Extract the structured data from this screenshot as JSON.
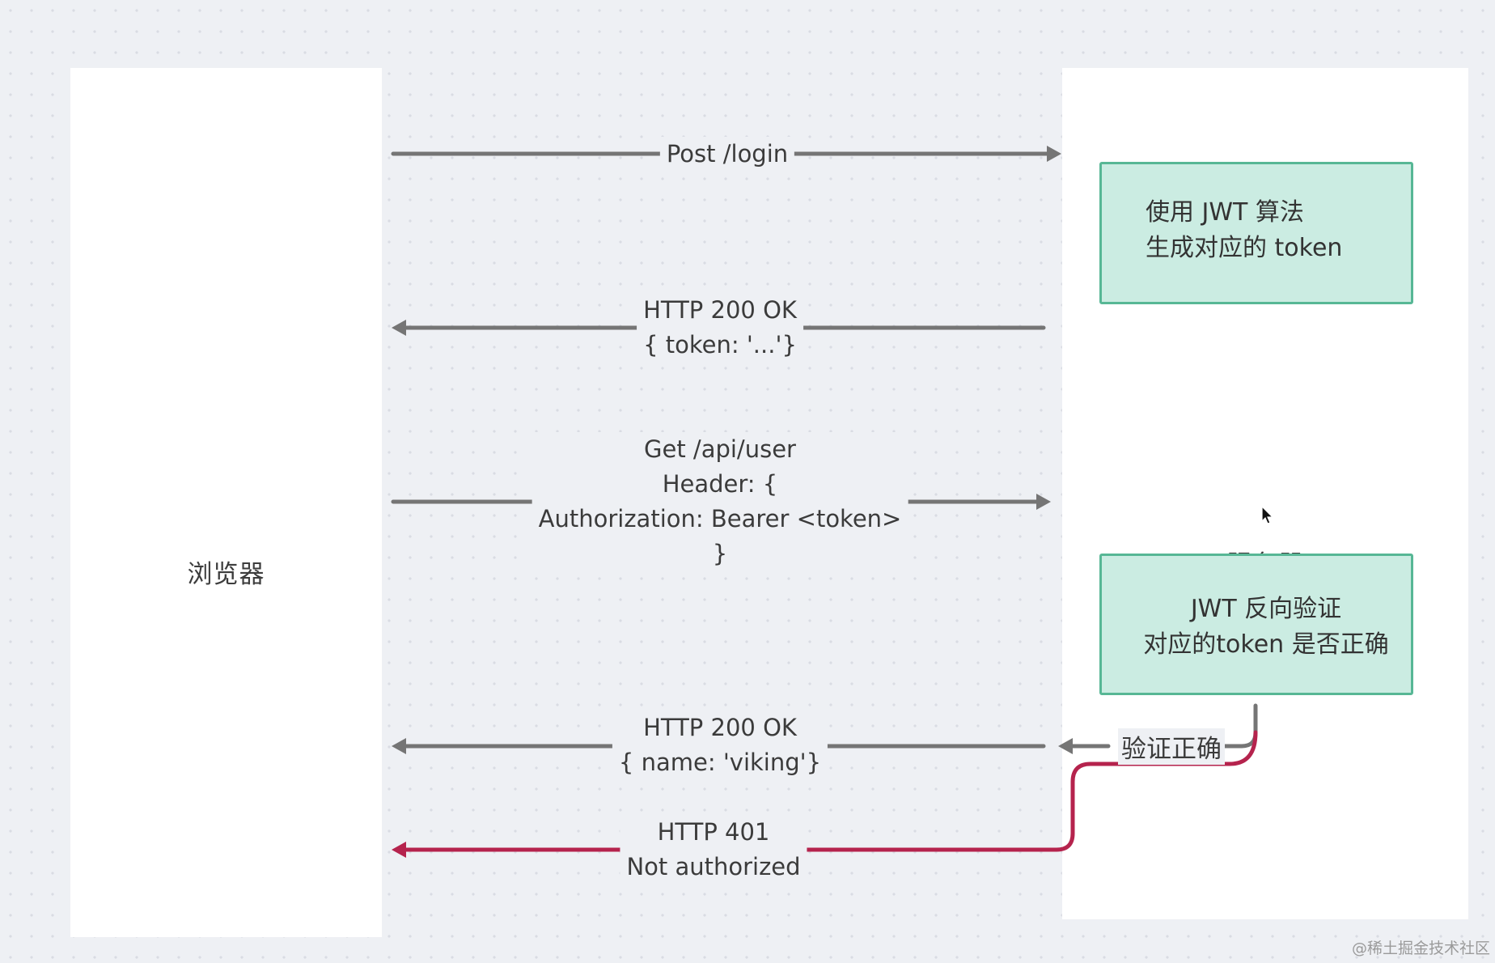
{
  "participants": {
    "browser": "浏览器",
    "server": "服务器"
  },
  "process_boxes": {
    "generate_token": [
      "使用 JWT 算法",
      "生成对应的 token"
    ],
    "verify_token": [
      "JWT 反向验证",
      "对应的token 是否正确"
    ]
  },
  "messages": {
    "login": "Post /login",
    "ok_token": [
      "HTTP 200 OK",
      "{ token: '...'}"
    ],
    "get_user": [
      "Get /api/user",
      "Header: {",
      "Authorization: Bearer <token>",
      "}"
    ],
    "ok_name": [
      "HTTP 200 OK",
      "{ name: 'viking'}"
    ],
    "unauthorized": [
      "HTTP 401",
      "Not authorized"
    ]
  },
  "branch_label": "验证正确",
  "watermark": "@稀土掘金技术社区",
  "colors": {
    "arrow": "#757575",
    "error_arrow": "#b5234d",
    "box_fill": "#cbece2",
    "box_border": "#57b795"
  },
  "icons": {
    "cursor": "mouse-pointer-icon"
  }
}
